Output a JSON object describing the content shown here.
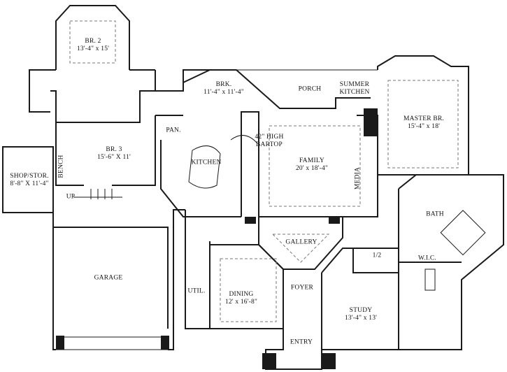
{
  "rooms": {
    "br2": {
      "name": "BR. 2",
      "dim": "13'-4\" x 15'"
    },
    "brk": {
      "name": "BRK.",
      "dim": "11'-4\" x 11'-4\""
    },
    "porch": {
      "name": "PORCH"
    },
    "summer_kitchen": {
      "line1": "SUMMER",
      "line2": "KITCHEN"
    },
    "master": {
      "name": "MASTER BR.",
      "dim": "15'-4\" x 18'"
    },
    "pan": {
      "name": "PAN."
    },
    "bartop": {
      "line1": "42\" HIGH",
      "line2": "BARTOP"
    },
    "br3": {
      "name": "BR. 3",
      "dim": "15'-6\" X 11'"
    },
    "kitchen": {
      "name": "KITCHEN"
    },
    "family": {
      "name": "FAMILY",
      "dim": "20' x 18'-4\""
    },
    "media": {
      "name": "MEDIA"
    },
    "bench": {
      "name": "BENCH"
    },
    "shop": {
      "name": "SHOP/STOR.",
      "dim": "8'-8\" X 11'-4\""
    },
    "up": {
      "name": "UP"
    },
    "bath": {
      "name": "BATH"
    },
    "gallery": {
      "name": "GALLERY"
    },
    "half_bath": {
      "name": "1/2"
    },
    "garage": {
      "name": "GARAGE"
    },
    "wic": {
      "name": "W.I.C."
    },
    "util": {
      "name": "UTIL."
    },
    "dining": {
      "name": "DINING",
      "dim": "12' x 16'-8\""
    },
    "foyer": {
      "name": "FOYER"
    },
    "study": {
      "name": "STUDY",
      "dim": "13'-4\" x 13'"
    },
    "entry": {
      "name": "ENTRY"
    }
  }
}
